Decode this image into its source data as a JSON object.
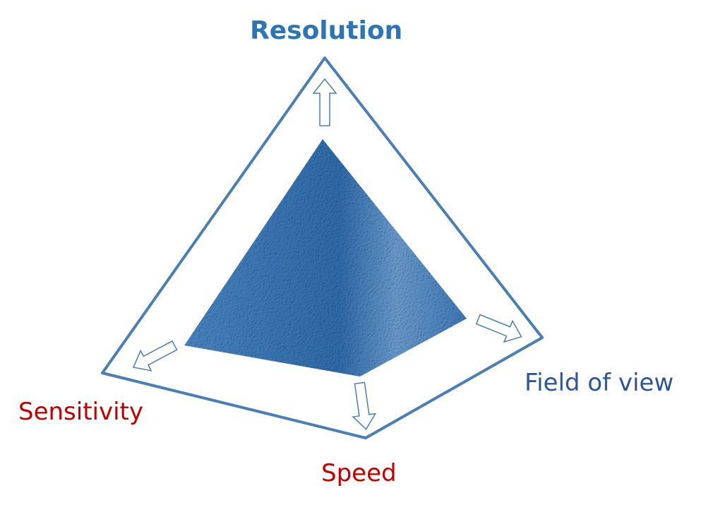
{
  "labels": {
    "resolution": "Resolution",
    "field_of_view": "Field of view",
    "sensitivity": "Sensitivity",
    "speed": "Speed"
  },
  "colors": {
    "resolution": "#2e75b6",
    "field_of_view": "#2f5597",
    "sensitivity": "#c00000",
    "speed": "#c00000",
    "frame": "#4a7eb5",
    "pyramid": "#3f7ab8"
  },
  "icons": [
    "arrow-up-icon",
    "arrow-right-icon",
    "arrow-down-icon",
    "arrow-left-icon"
  ]
}
